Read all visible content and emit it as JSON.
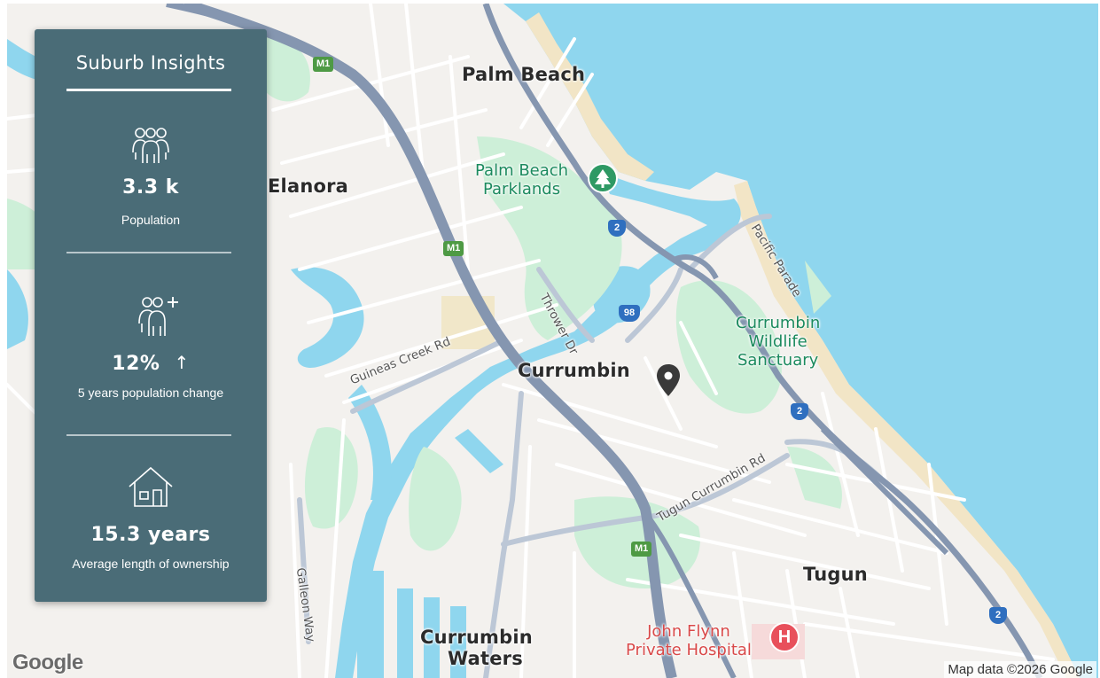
{
  "panel": {
    "title": "Suburb Insights",
    "stats": [
      {
        "icon": "people-group-icon",
        "value": "3.3 k",
        "label": "Population"
      },
      {
        "icon": "people-add-icon",
        "value": "12%",
        "trend": "↑",
        "label": "5 years population change"
      },
      {
        "icon": "house-icon",
        "value": "15.3 years",
        "label": "Average length of ownership"
      }
    ]
  },
  "map": {
    "suburbs": {
      "palm_beach": "Palm Beach",
      "elanora": "Elanora",
      "currumbin": "Currumbin",
      "tugun": "Tugun",
      "currumbin_waters_1": "Currumbin",
      "currumbin_waters_2": "Waters"
    },
    "places": {
      "parklands_1": "Palm Beach",
      "parklands_2": "Parklands",
      "sanctuary_1": "Currumbin",
      "sanctuary_2": "Wildlife",
      "sanctuary_3": "Sanctuary",
      "hospital_1": "John Flynn",
      "hospital_2": "Private Hospital",
      "hospital_icon": "H"
    },
    "streets": {
      "guineas": "Guineas Creek Rd",
      "thrower": "Thrower Dr",
      "pacific": "Pacific Parade",
      "tugun_currumbin": "Tugun Currumbin Rd",
      "galleon": "Galleon Way"
    },
    "shields": {
      "m1": "M1",
      "r2": "2",
      "r98": "98"
    },
    "logo": "Google",
    "attribution": "Map data ©2026 Google"
  },
  "colors": {
    "panel_bg": "#4a6c77",
    "water": "#8fd6ee",
    "motorway": "#8596b0",
    "park": "#cdefd8"
  }
}
